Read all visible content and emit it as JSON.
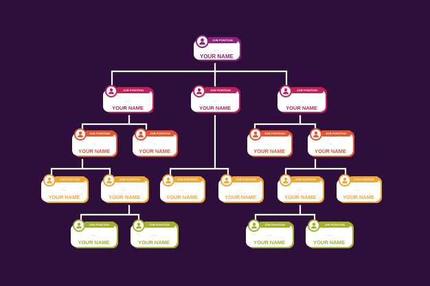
{
  "colors": {
    "background": "#2e0f3b",
    "connector": "#ffffff",
    "purple": "#8f2178",
    "magenta": "#c1215a",
    "orange": "#e4562f",
    "amber": "#f0a532",
    "olive": "#a2b12c"
  },
  "avatar_icon": "person-icon",
  "nodes": {
    "root": {
      "job": "JOB POSITION",
      "dots": "...",
      "name": "YOUR NAME",
      "color": "#8f2178"
    },
    "l1_left": {
      "job": "JOB POSITION",
      "dots": "...",
      "name": "YOUR NAME",
      "color": "#c1215a"
    },
    "l1_mid": {
      "job": "JOB POSITION",
      "dots": "...",
      "name": "YOUR NAME",
      "color": "#c1215a"
    },
    "l1_right": {
      "job": "JOB POSITION",
      "dots": "...",
      "name": "YOUR NAME",
      "color": "#c1215a"
    },
    "l2_a": {
      "job": "JOB POSITION",
      "dots": "...",
      "name": "YOUR NAME",
      "color": "#e4562f"
    },
    "l2_b": {
      "job": "JOB POSITION",
      "dots": "...",
      "name": "YOUR NAME",
      "color": "#e4562f"
    },
    "l2_c": {
      "job": "JOB POSITION",
      "dots": "...",
      "name": "YOUR NAME",
      "color": "#e4562f"
    },
    "l2_d": {
      "job": "JOB POSITION",
      "dots": "...",
      "name": "YOUR NAME",
      "color": "#e4562f"
    },
    "l3_a": {
      "job": "JOB POSITION",
      "dots": "...",
      "name": "YOUR NAME",
      "color": "#f0a532"
    },
    "l3_b": {
      "job": "JOB POSITION",
      "dots": "...",
      "name": "YOUR NAME",
      "color": "#f0a532"
    },
    "l3_c": {
      "job": "JOB POSITION",
      "dots": "...",
      "name": "YOUR NAME",
      "color": "#f0a532"
    },
    "l3_d": {
      "job": "JOB POSITION",
      "dots": "...",
      "name": "YOUR NAME",
      "color": "#f0a532"
    },
    "l3_e": {
      "job": "JOB POSITION",
      "dots": "...",
      "name": "YOUR NAME",
      "color": "#f0a532"
    },
    "l3_f": {
      "job": "JOB POSITION",
      "dots": "...",
      "name": "YOUR NAME",
      "color": "#f0a532"
    },
    "l4_a": {
      "job": "JOB POSITION",
      "dots": "...",
      "name": "YOUR NAME",
      "color": "#a2b12c"
    },
    "l4_b": {
      "job": "JOB POSITION",
      "dots": "...",
      "name": "YOUR NAME",
      "color": "#a2b12c"
    },
    "l4_c": {
      "job": "JOB POSITION",
      "dots": "...",
      "name": "YOUR NAME",
      "color": "#a2b12c"
    },
    "l4_d": {
      "job": "JOB POSITION",
      "dots": "...",
      "name": "YOUR NAME",
      "color": "#a2b12c"
    }
  }
}
